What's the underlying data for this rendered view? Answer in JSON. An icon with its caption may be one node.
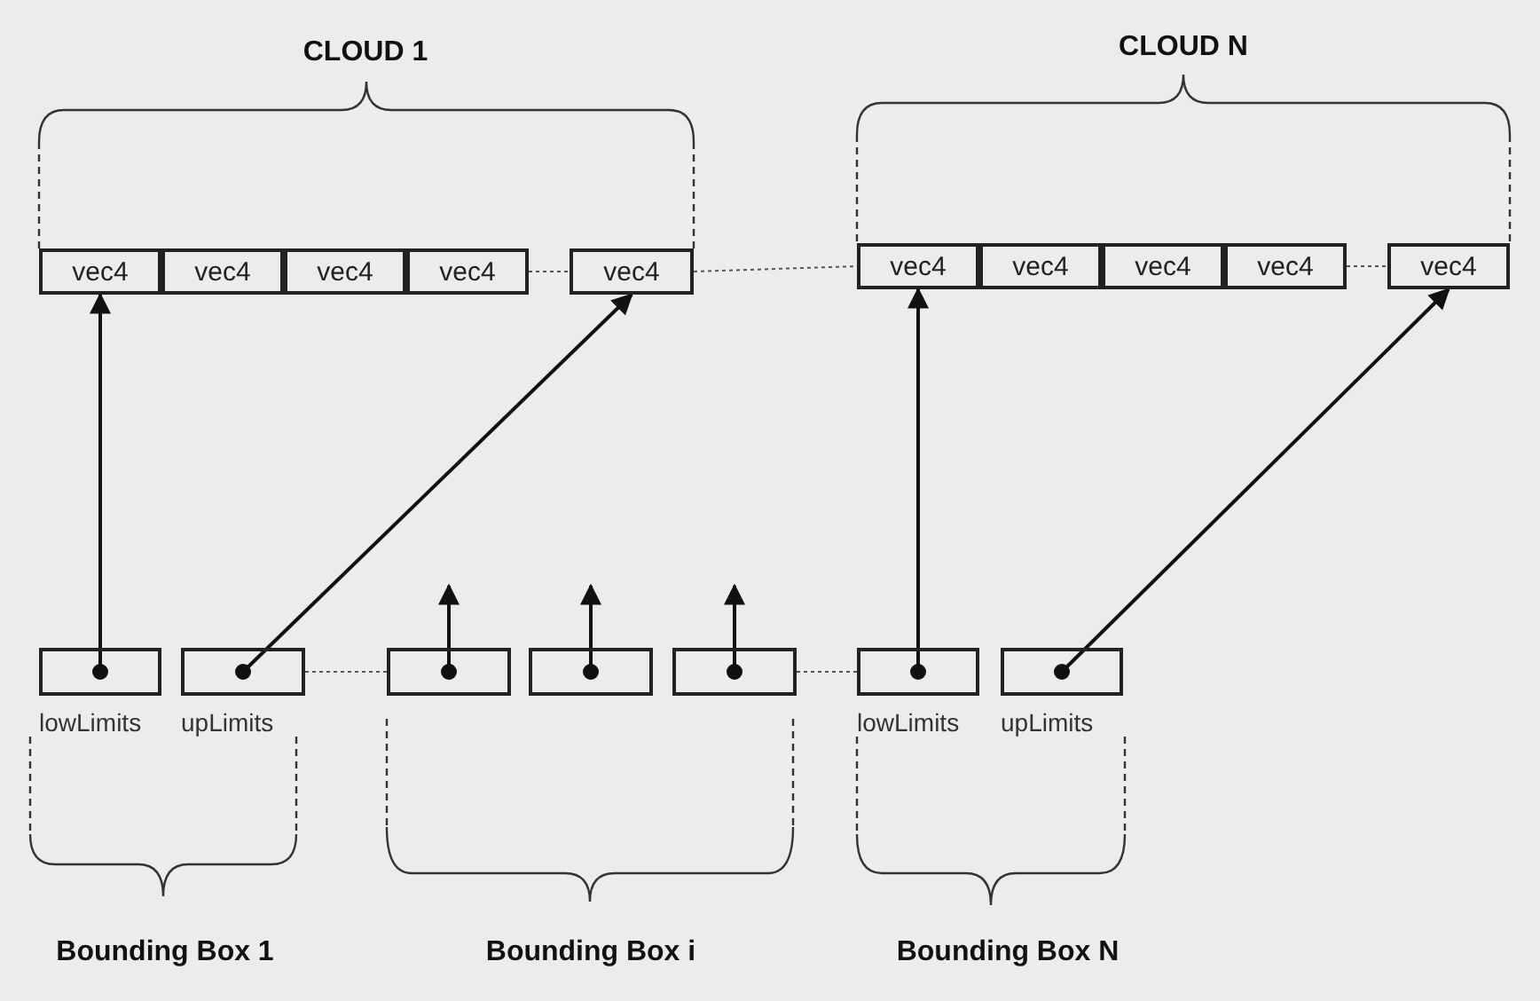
{
  "diagram": {
    "nodes": [
      {
        "text": [
          "vec4"
        ]
      },
      {
        "text": [
          "vec4"
        ]
      },
      {
        "text": [
          "vec4"
        ]
      },
      {
        "text": [
          "vec4"
        ]
      },
      {
        "text": [
          "vec4"
        ]
      },
      {
        "text": [
          "vec4"
        ]
      },
      {
        "text": [
          "vec4"
        ]
      },
      {
        "text": [
          "vec4"
        ]
      },
      {
        "text": [
          "vec4"
        ]
      },
      {
        "text": [
          "vec4"
        ]
      },
      {
        "text": [],
        "shape": "box",
        "beside": [
          "lowLimits"
        ]
      },
      {
        "text": [],
        "shape": "box",
        "beside": [
          "upLimits"
        ]
      },
      {
        "text": [],
        "shape": "box"
      },
      {
        "text": [],
        "shape": "box"
      },
      {
        "text": [],
        "shape": "box"
      },
      {
        "text": [],
        "shape": "box",
        "beside": [
          "lowLimits"
        ]
      },
      {
        "text": [],
        "shape": "box",
        "beside": [
          "upLimits"
        ]
      }
    ],
    "edges": [
      {
        "from": 10,
        "to": 0,
        "arrow": "to"
      },
      {
        "from": 11,
        "to": 4,
        "arrow": "to"
      },
      {
        "from": 12,
        "to": null,
        "arrow": "to"
      },
      {
        "from": 13,
        "to": null,
        "arrow": "to"
      },
      {
        "from": 14,
        "to": null,
        "arrow": "to"
      },
      {
        "from": 15,
        "to": 5,
        "arrow": "to"
      },
      {
        "from": 16,
        "to": 9,
        "arrow": "to"
      },
      {
        "from": 3,
        "to": 4,
        "arrow": "none",
        "style": "dashed"
      },
      {
        "from": 4,
        "to": 5,
        "arrow": "none",
        "style": "dashed"
      },
      {
        "from": 8,
        "to": 9,
        "arrow": "none",
        "style": "dashed"
      },
      {
        "from": 11,
        "to": 12,
        "arrow": "none",
        "style": "dashed"
      },
      {
        "from": 14,
        "to": 15,
        "arrow": "none",
        "style": "dashed"
      }
    ],
    "labels": [
      "CLOUD 1",
      "CLOUD N",
      "Bounding Box 1",
      "Bounding Box i",
      "Bounding Box N"
    ]
  }
}
